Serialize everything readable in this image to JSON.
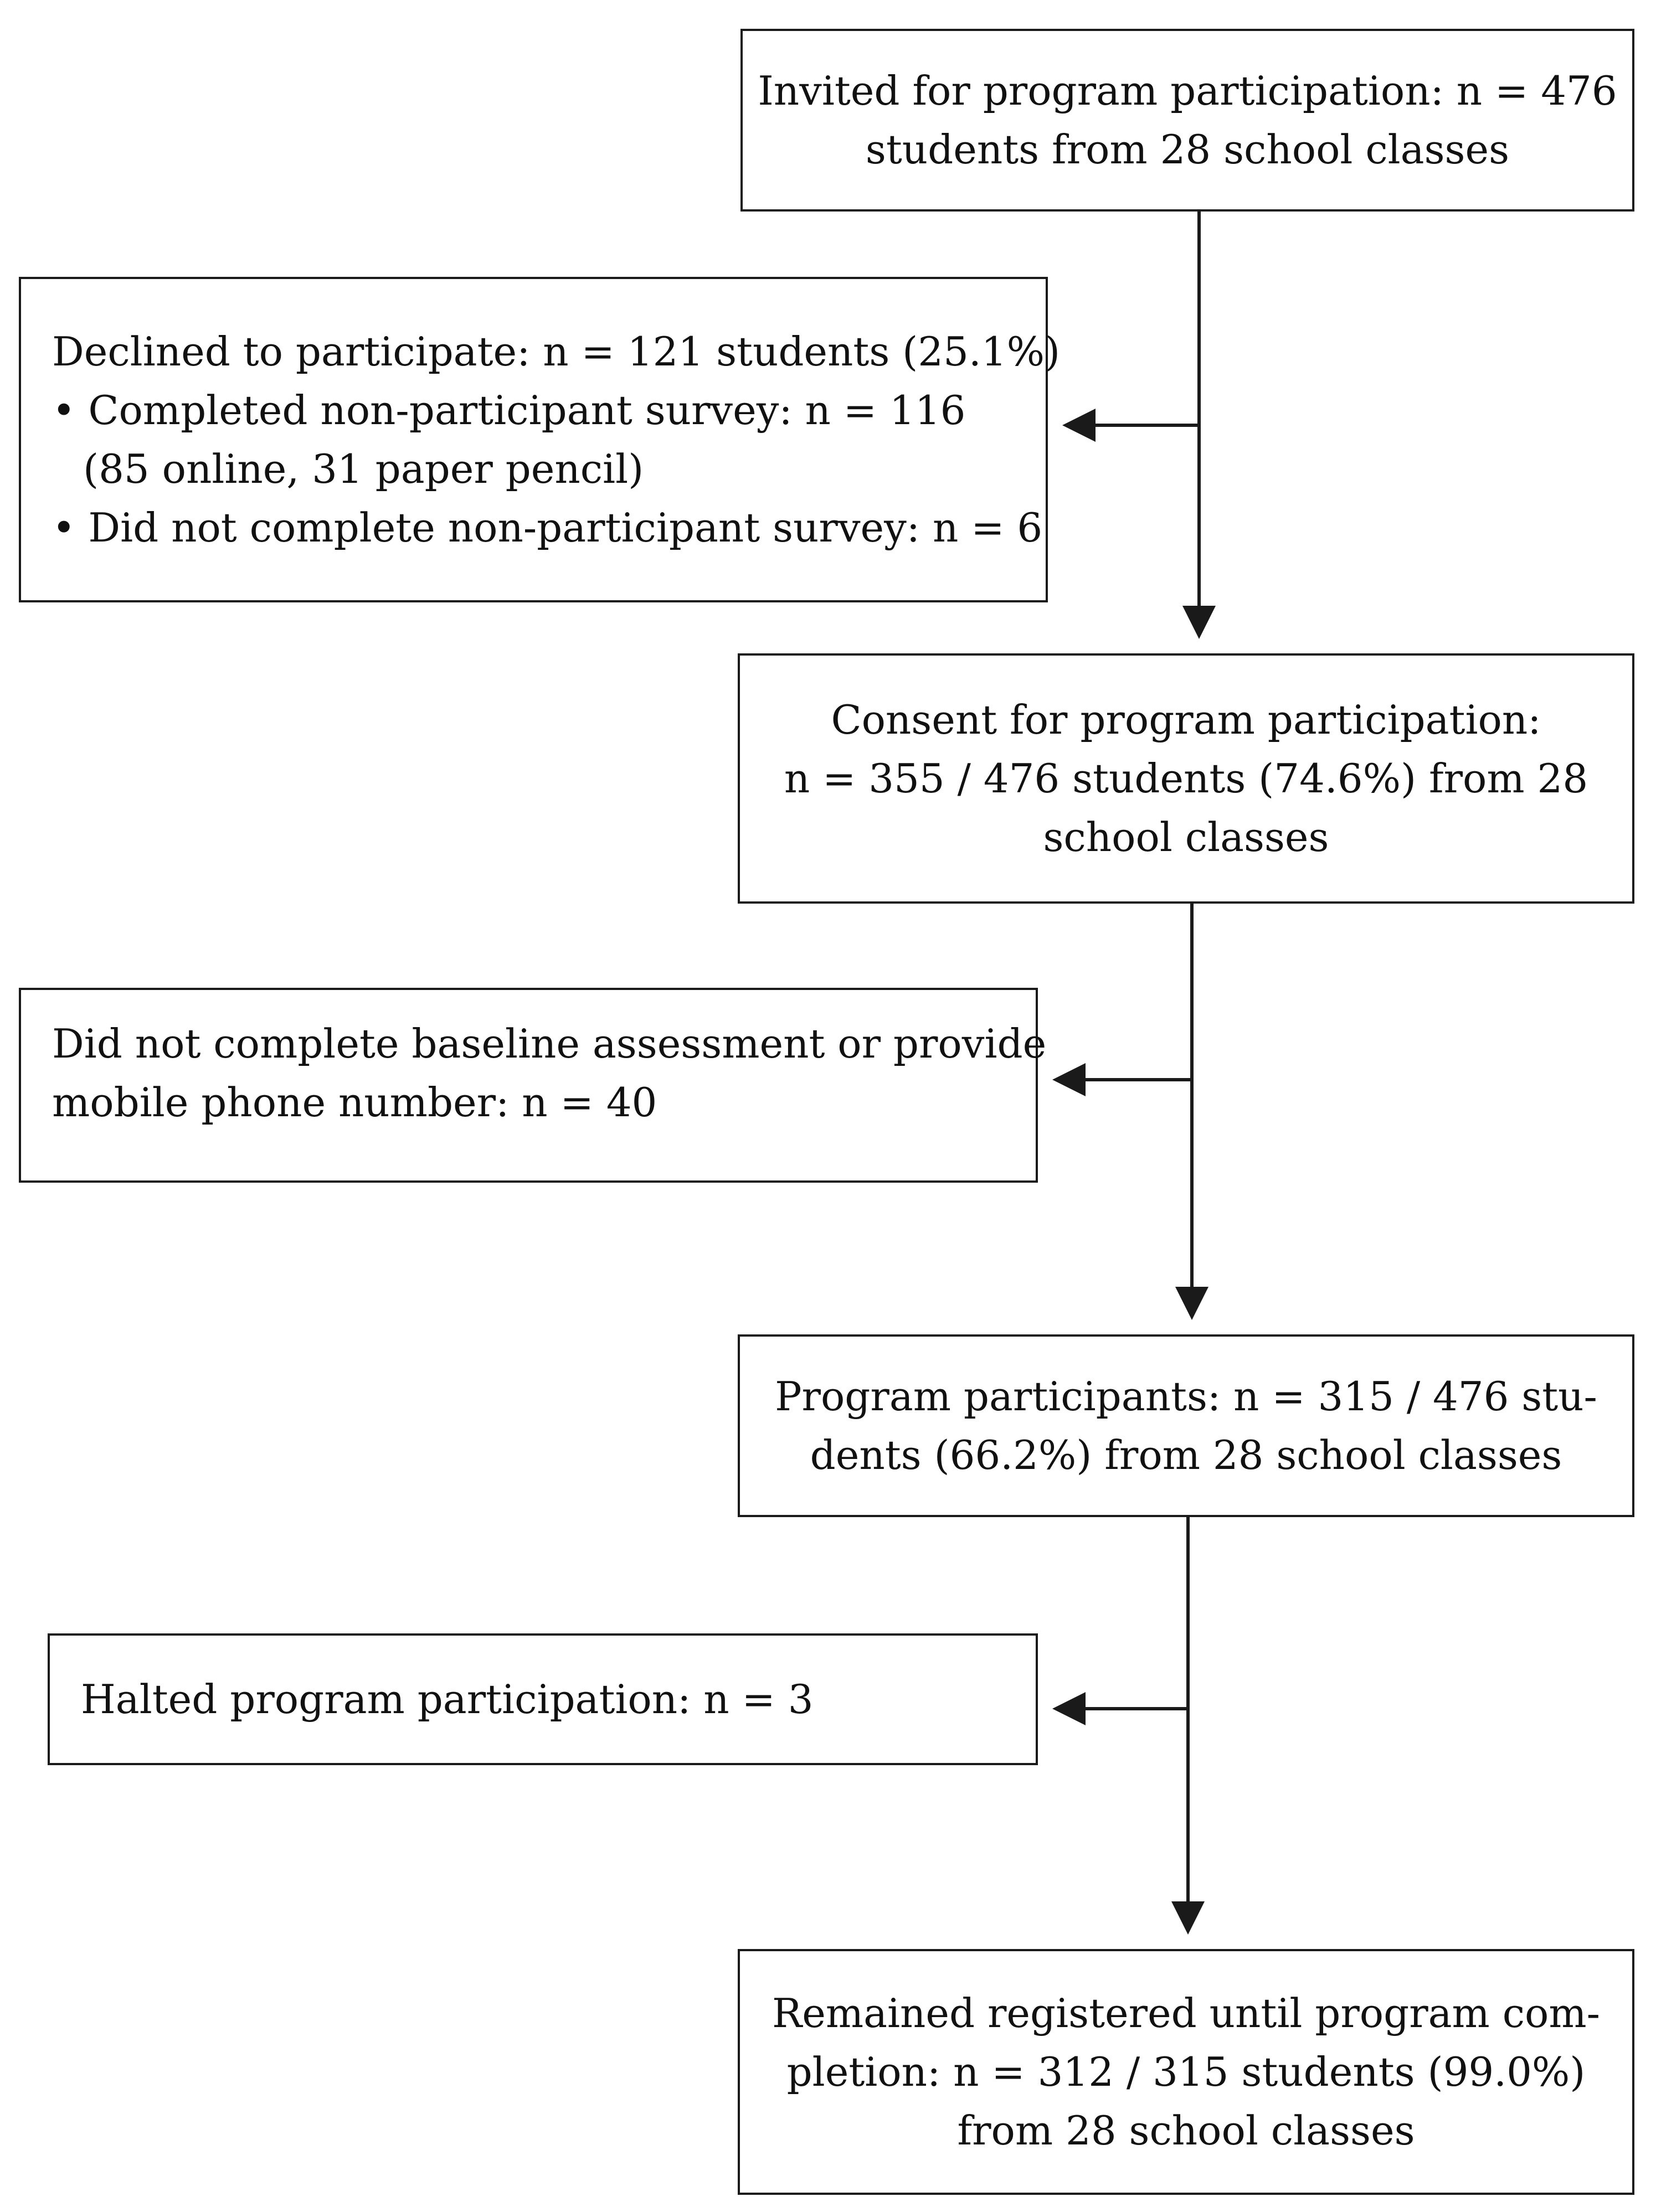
{
  "flowchart": {
    "invited": {
      "lines": [
        "Invited for program participation: n = 476",
        "students from 28 school classes"
      ]
    },
    "declined": {
      "title": "Declined to participate: n = 121 students (25.1%)",
      "bullets": [
        {
          "text": "Completed non-participant survey: n = 116",
          "sub": "(85 online, 31 paper pencil)"
        },
        {
          "text": "Did not complete non-participant survey: n = 6",
          "sub": ""
        }
      ]
    },
    "consent": {
      "lines": [
        "Consent for program participation:",
        "n = 355 / 476 students (74.6%) from 28",
        "school classes"
      ]
    },
    "baseline": {
      "lines": [
        "Did not complete baseline assessment or provide",
        "mobile phone number: n = 40"
      ]
    },
    "participants": {
      "lines": [
        "Program participants: n = 315 / 476 stu-",
        "dents (66.2%) from 28 school classes"
      ]
    },
    "halted": {
      "lines": [
        "Halted program participation: n = 3"
      ]
    },
    "remained": {
      "lines": [
        "Remained registered until program com-",
        "pletion: n = 312 / 315 students (99.0%)",
        "from 28 school classes"
      ]
    }
  }
}
